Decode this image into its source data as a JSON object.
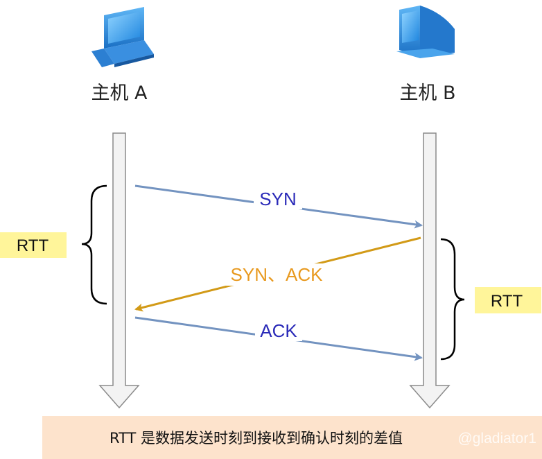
{
  "hosts": {
    "a": {
      "label": "主机 A",
      "icon": "laptop-icon"
    },
    "b": {
      "label": "主机 B",
      "icon": "desktop-computer-icon"
    }
  },
  "messages": [
    {
      "label": "SYN",
      "direction": "A→B",
      "color": "#2a2ab8",
      "line_color": "#7393c0"
    },
    {
      "label": "SYN、ACK",
      "direction": "B→A",
      "color": "#e8991e",
      "line_color": "#d29a17"
    },
    {
      "label": "ACK",
      "direction": "A→B",
      "color": "#2a2ab8",
      "line_color": "#7393c0"
    }
  ],
  "rtt": {
    "left": "RTT",
    "right": "RTT",
    "badge_color": "#fff59a"
  },
  "caption": {
    "text": "RTT 是数据发送时刻到接收到确认时刻的差值",
    "background": "#fde3cc"
  },
  "watermark": "@gladiator1",
  "colors": {
    "timeline_fill": "#f3f3f3",
    "timeline_stroke": "#8a8a8a",
    "bracket": "#000000"
  }
}
